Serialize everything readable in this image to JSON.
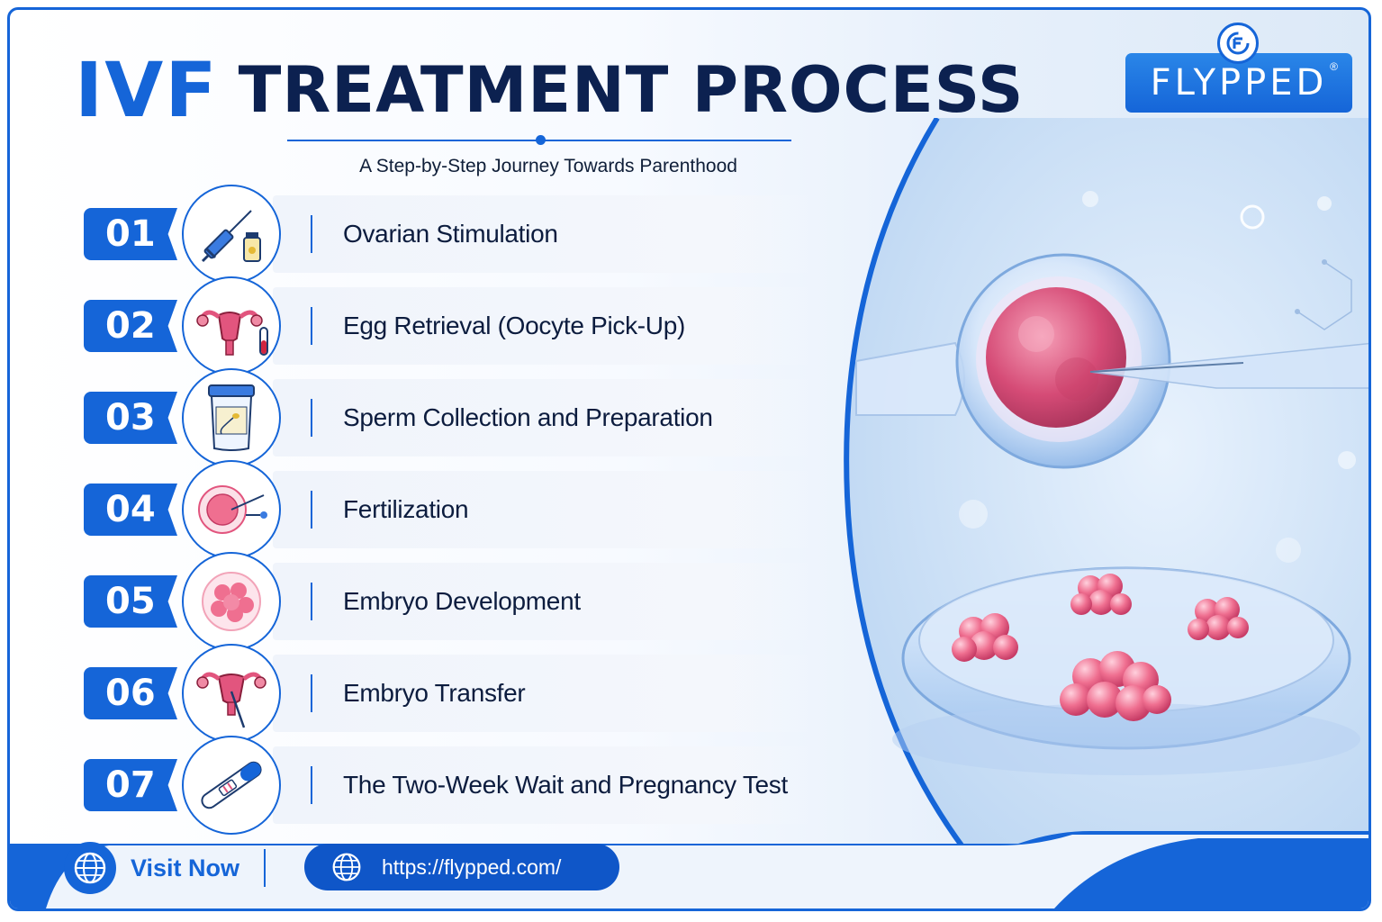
{
  "header": {
    "title_accent": "IVF",
    "title_rest": "TREATMENT PROCESS",
    "subtitle": "A Step-by-Step Journey Towards Parenthood"
  },
  "logo": {
    "text": "FLYPPED",
    "mark": "®",
    "icon": "circular-arrow-logo-icon"
  },
  "steps": [
    {
      "number": "01",
      "label": "Ovarian Stimulation",
      "icon": "syringe-vial-icon"
    },
    {
      "number": "02",
      "label": "Egg Retrieval (Oocyte Pick-Up)",
      "icon": "uterus-test-tube-icon"
    },
    {
      "number": "03",
      "label": "Sperm Collection and Preparation",
      "icon": "specimen-cup-icon"
    },
    {
      "number": "04",
      "label": "Fertilization",
      "icon": "egg-injection-icon"
    },
    {
      "number": "05",
      "label": "Embryo Development",
      "icon": "embryo-cells-icon"
    },
    {
      "number": "06",
      "label": "Embryo Transfer",
      "icon": "uterus-catheter-icon"
    },
    {
      "number": "07",
      "label": "The Two-Week Wait and Pregnancy Test",
      "icon": "pregnancy-test-icon"
    }
  ],
  "footer": {
    "visit_label": "Visit Now",
    "url": "https://flypped.com/",
    "icon": "globe-icon"
  },
  "colors": {
    "primary": "#1565d8",
    "navy": "#0c2150",
    "cell_pink": "#e2557e"
  }
}
